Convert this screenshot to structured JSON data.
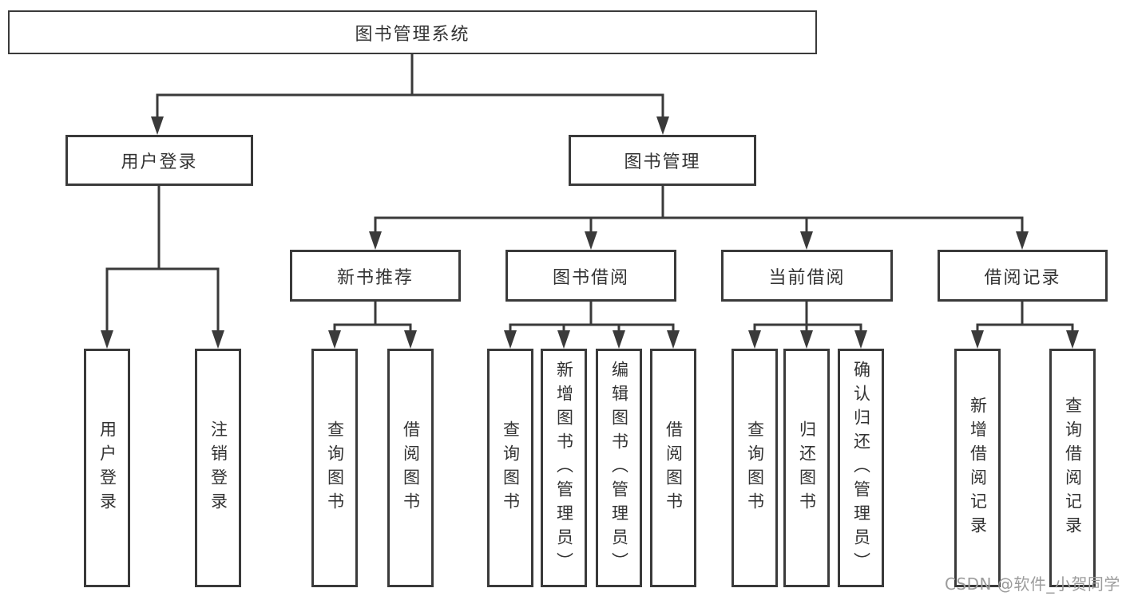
{
  "tree": {
    "root": {
      "label": "图书管理系统"
    },
    "user_login": {
      "label": "用户登录",
      "leaves": [
        "用户登录",
        "注销登录"
      ]
    },
    "book_mgmt": {
      "label": "图书管理"
    },
    "groups": {
      "new_books": {
        "label": "新书推荐",
        "leaves": [
          "查询图书",
          "借阅图书"
        ]
      },
      "book_borrow": {
        "label": "图书借阅",
        "leaves": [
          "查询图书",
          "新增图书（管理员）",
          "编辑图书（管理员）",
          "借阅图书"
        ]
      },
      "current_borrow": {
        "label": "当前借阅",
        "leaves": [
          "查询图书",
          "归还图书",
          "确认归还（管理员）"
        ]
      },
      "borrow_records": {
        "label": "借阅记录",
        "leaves": [
          "新增借阅记录",
          "查询借阅记录"
        ]
      }
    }
  },
  "watermark": {
    "text": "CSDN @软件_小贺同学"
  },
  "colors": {
    "line": "#3a3a3a",
    "text": "#333333",
    "watermark": "#9c9c9c",
    "background": "#ffffff"
  }
}
